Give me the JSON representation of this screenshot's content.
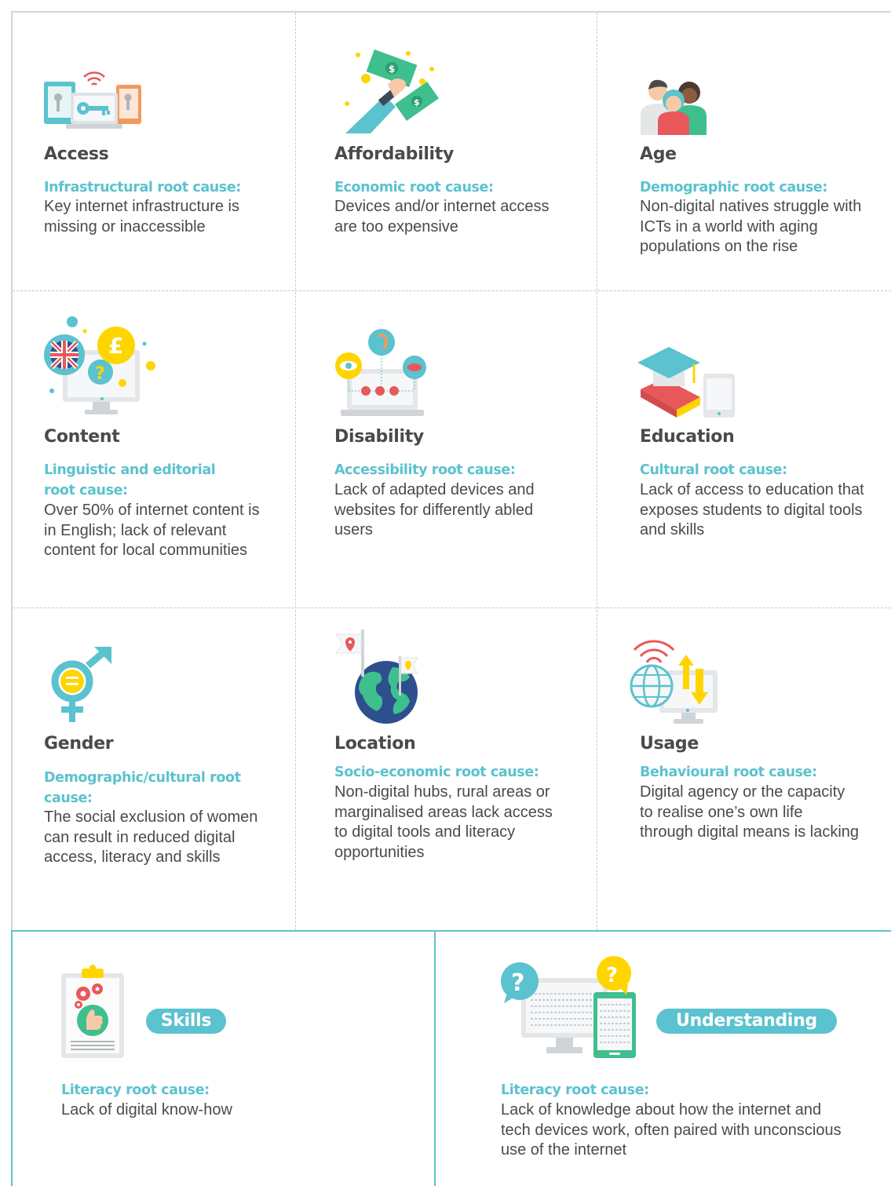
{
  "cards": [
    {
      "icon": "access-icon",
      "title": "Access",
      "cause": "Infrastructural root cause:",
      "desc": "Key internet infrastructure is missing or inaccessible"
    },
    {
      "icon": "affordability-icon",
      "title": "Affordability",
      "cause": "Economic root cause:",
      "desc": "Devices and/or internet access are too expensive"
    },
    {
      "icon": "age-icon",
      "title": "Age",
      "cause": "Demographic root cause:",
      "desc": "Non-digital natives struggle with ICTs in a world with aging populations on the rise"
    },
    {
      "icon": "content-icon",
      "title": "Content",
      "cause": "Linguistic and editorial root cause:",
      "desc": "Over 50% of internet content is in English; lack of relevant content for local communities"
    },
    {
      "icon": "disability-icon",
      "title": "Disability",
      "cause": "Accessibility root cause:",
      "desc": "Lack of adapted devices and websites for differently abled users"
    },
    {
      "icon": "education-icon",
      "title": "Education",
      "cause": "Cultural root cause:",
      "desc": "Lack of access to education that exposes students to digital tools and skills"
    },
    {
      "icon": "gender-icon",
      "title": "Gender",
      "cause": "Demographic/cultural root cause:",
      "desc": "The social exclusion of women can result in reduced digital access, literacy and skills"
    },
    {
      "icon": "location-icon",
      "title": "Location",
      "cause": "Socio-economic root cause:",
      "desc": "Non-digital hubs, rural areas or marginalised areas lack access to digital tools and literacy opportunities"
    },
    {
      "icon": "usage-icon",
      "title": "Usage",
      "cause": "Behavioural root cause:",
      "desc": "Digital agency or the capacity to realise one’s own life through digital means is lacking"
    }
  ],
  "bottom": [
    {
      "icon": "skills-icon",
      "title": "Skills",
      "cause": "Literacy root cause:",
      "desc": "Lack of digital know-how"
    },
    {
      "icon": "understanding-icon",
      "title": "Understanding",
      "cause": "Literacy root cause:",
      "desc": "Lack of knowledge about how the internet and tech devices work, often paired with unconscious use of the internet"
    }
  ],
  "colors": {
    "teal": "#5bc2cf",
    "red": "#e8585a",
    "yellow": "#ffd500",
    "dark_text": "#4a4a4a",
    "gray": "#e4e6e8"
  }
}
